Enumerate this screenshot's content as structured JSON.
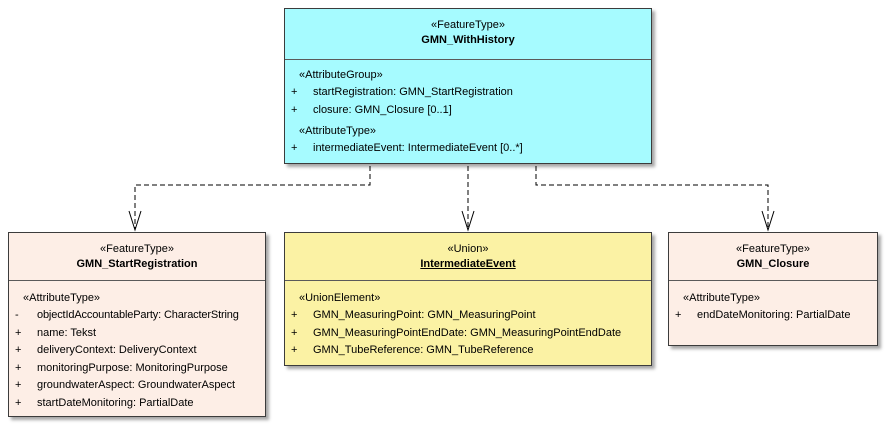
{
  "colors": {
    "featuretype_main_fill": "#a6fbff",
    "featuretype_fill": "#fdeee6",
    "union_fill": "#fbf2a4",
    "border": "#3c3c3c",
    "connector": "#000000"
  },
  "classes": {
    "withhistory": {
      "stereotype": "«FeatureType»",
      "name": "GMN_WithHistory",
      "groups": [
        {
          "title": "«AttributeGroup»",
          "items": [
            {
              "vis": "+",
              "text": "startRegistration: GMN_StartRegistration"
            },
            {
              "vis": "+",
              "text": "closure: GMN_Closure [0..1]"
            }
          ]
        },
        {
          "title": "«AttributeType»",
          "items": [
            {
              "vis": "+",
              "text": "intermediateEvent: IntermediateEvent [0..*]"
            }
          ]
        }
      ]
    },
    "startregistration": {
      "stereotype": "«FeatureType»",
      "name": "GMN_StartRegistration",
      "groups": [
        {
          "title": "«AttributeType»",
          "items": [
            {
              "vis": "-",
              "text": "objectIdAccountableParty: CharacterString"
            },
            {
              "vis": "+",
              "text": "name: Tekst"
            },
            {
              "vis": "+",
              "text": "deliveryContext: DeliveryContext"
            },
            {
              "vis": "+",
              "text": "monitoringPurpose: MonitoringPurpose"
            },
            {
              "vis": "+",
              "text": "groundwaterAspect: GroundwaterAspect"
            },
            {
              "vis": "+",
              "text": "startDateMonitoring: PartialDate"
            }
          ]
        }
      ]
    },
    "intermediateevent": {
      "stereotype": "«Union»",
      "name": "IntermediateEvent",
      "groups": [
        {
          "title": "«UnionElement»",
          "items": [
            {
              "vis": "+",
              "text": "GMN_MeasuringPoint: GMN_MeasuringPoint"
            },
            {
              "vis": "+",
              "text": "GMN_MeasuringPointEndDate: GMN_MeasuringPointEndDate"
            },
            {
              "vis": "+",
              "text": "GMN_TubeReference: GMN_TubeReference"
            }
          ]
        }
      ]
    },
    "closure": {
      "stereotype": "«FeatureType»",
      "name": "GMN_Closure",
      "groups": [
        {
          "title": "«AttributeType»",
          "items": [
            {
              "vis": "+",
              "text": "endDateMonitoring: PartialDate"
            }
          ]
        }
      ]
    }
  }
}
